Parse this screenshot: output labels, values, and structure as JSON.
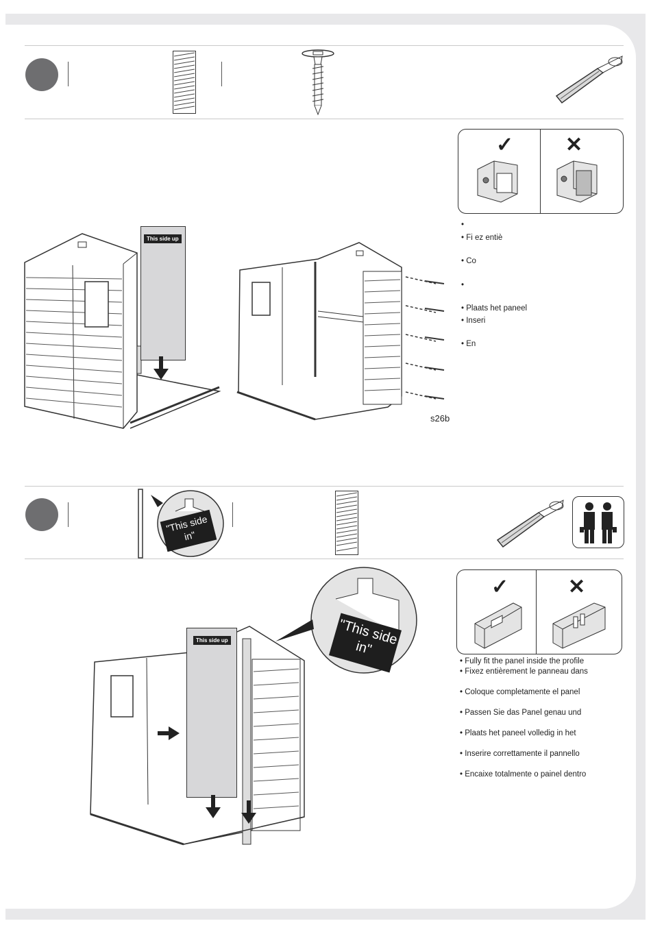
{
  "step1": {
    "tag_label": "This side up",
    "code": "s26b",
    "instructions": [
      "",
      "Fi  ez entiè",
      "Co",
      "",
      "Plaats het paneel",
      "Inseri",
      "En"
    ]
  },
  "step2": {
    "tag_label": "This side up",
    "callout_small": "\"This side in\"",
    "callout_large": "\"This side in\"",
    "instructions": [
      "Fully fit the panel inside the profile",
      "Fixez entièrement le panneau dans",
      "Coloque completamente el panel",
      "Passen Sie das Panel genau und",
      "Plaats het paneel volledig in het",
      "Inserire correttamente il pannello",
      "Encaixe totalmente o painel dentro"
    ]
  },
  "marks": {
    "correct": "✓",
    "wrong": "✕"
  },
  "icons": [
    "wall-panel-icon",
    "screw-icon",
    "screwdriver-bit-icon",
    "profile-strip-icon",
    "two-persons-icon",
    "check-icon",
    "cross-icon",
    "arrow-down-icon",
    "arrow-right-icon"
  ]
}
